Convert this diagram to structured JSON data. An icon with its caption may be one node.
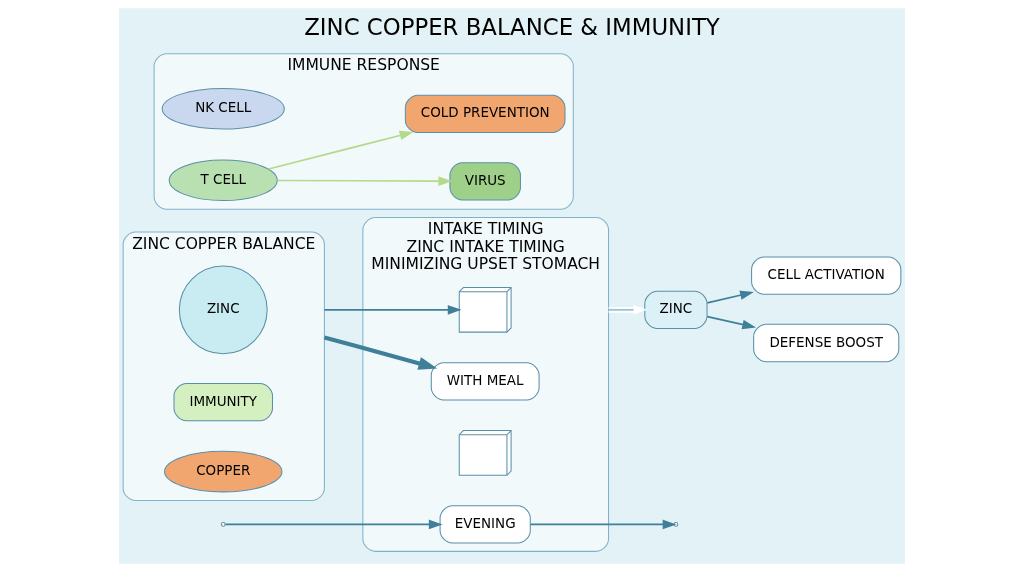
{
  "diagram": {
    "title": "ZINC COPPER BALANCE & IMMUNITY",
    "nodes": [
      {
        "text": [
          "ZINC COPPER BALANCE"
        ]
      },
      {
        "text": [
          "ZINC"
        ],
        "in": 0
      },
      {
        "text": [
          "IMMUNITY"
        ],
        "in": 0
      },
      {
        "text": [
          "COPPER"
        ],
        "in": 0
      },
      {
        "text": [
          "INTAKE TIMING",
          "ZINC INTAKE TIMING",
          "MINIMIZING UPSET STOMACH"
        ]
      },
      {
        "text": [],
        "shape": "picture",
        "in": 4
      },
      {
        "text": [
          "WITH MEAL"
        ],
        "in": 4
      },
      {
        "text": [],
        "shape": "picture",
        "in": 4
      },
      {
        "text": [
          "EVENING"
        ],
        "in": 4
      },
      {
        "text": [
          "ZINC"
        ]
      },
      {
        "text": [
          "CELL ACTIVATION"
        ]
      },
      {
        "text": [
          "DEFENSE BOOST"
        ]
      },
      {
        "text": [
          "IMMUNE RESPONSE"
        ]
      },
      {
        "text": [
          "NK CELL"
        ],
        "in": 12
      },
      {
        "text": [
          "T CELL"
        ],
        "in": 12
      },
      {
        "text": [
          "VIRUS"
        ],
        "in": 12
      },
      {
        "text": [
          "COLD PREVENTION"
        ],
        "in": 12
      }
    ],
    "edges": [
      {
        "from": 0,
        "to": 5,
        "arrow": "to"
      },
      {
        "from": 0,
        "to": 6,
        "arrow": "to",
        "style": "thick"
      },
      {
        "from": null,
        "to": 8,
        "arrow": "to"
      },
      {
        "from": 8,
        "to": null,
        "arrow": "to"
      },
      {
        "from": 4,
        "to": 9,
        "arrow": "to",
        "color": "#ffffff"
      },
      {
        "from": 9,
        "to": 10,
        "arrow": "to"
      },
      {
        "from": 9,
        "to": 11,
        "arrow": "to"
      },
      {
        "from": 14,
        "to": 15,
        "arrow": "to",
        "color": "#b5d98a"
      },
      {
        "from": 14,
        "to": 16,
        "arrow": "to",
        "color": "#b5d98a"
      }
    ]
  }
}
